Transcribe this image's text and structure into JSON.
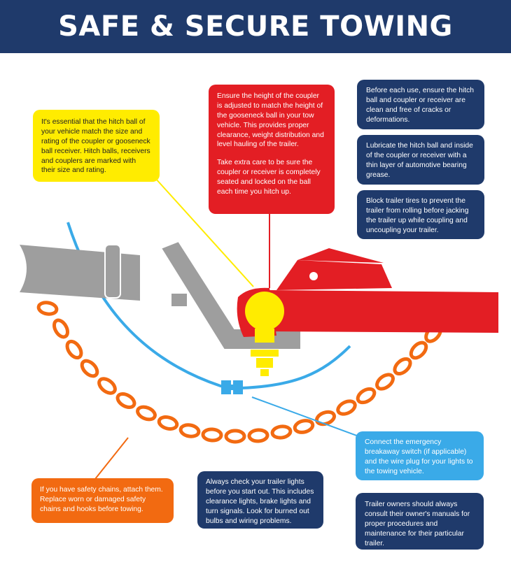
{
  "header": {
    "title": "SAFE & SECURE TOWING"
  },
  "colors": {
    "header_bg": "#1f3a6b",
    "yellow": "#ffec00",
    "red": "#e31e24",
    "navy": "#1f3a6b",
    "sky": "#3aaae8",
    "orange": "#f26a11",
    "gray": "#9e9e9e"
  },
  "tips": {
    "hitch_ball": "It's essential that the hitch ball of your vehicle match the size and rating of the coupler or gooseneck ball receiver. Hitch balls, receivers and couplers are marked with their size and rating.",
    "coupler_height_1": "Ensure the height of the coupler is adjusted to match the height of the gooseneck ball in your tow vehicle. This provides proper clearance, weight distribution and level hauling of the trailer.",
    "coupler_height_2": "Take extra care to be sure the coupler or receiver is completely seated and locked on the ball each time you hitch up.",
    "inspect": "Before each use, ensure the hitch ball and coupler or receiver are clean and free of cracks or deformations.",
    "lubricate": "Lubricate the hitch ball and inside of the coupler or receiver with a thin layer of automotive bearing grease.",
    "block_tires": "Block trailer tires to prevent the trailer from rolling before jacking the trailer up while coupling and uncoupling your trailer.",
    "breakaway": "Connect the emergency breakaway switch (if applicable) and the wire plug for your lights to the towing vehicle.",
    "chains": "If you have safety chains, attach them. Replace worn or damaged safety chains and hooks before towing.",
    "lights": "Always check your trailer lights before you start out. This includes clearance lights, brake lights and turn signals. Look for burned out bulbs and wiring problems.",
    "manuals": "Trailer owners should always consult their owner's manuals for proper procedures and maintenance for their particular trailer."
  }
}
